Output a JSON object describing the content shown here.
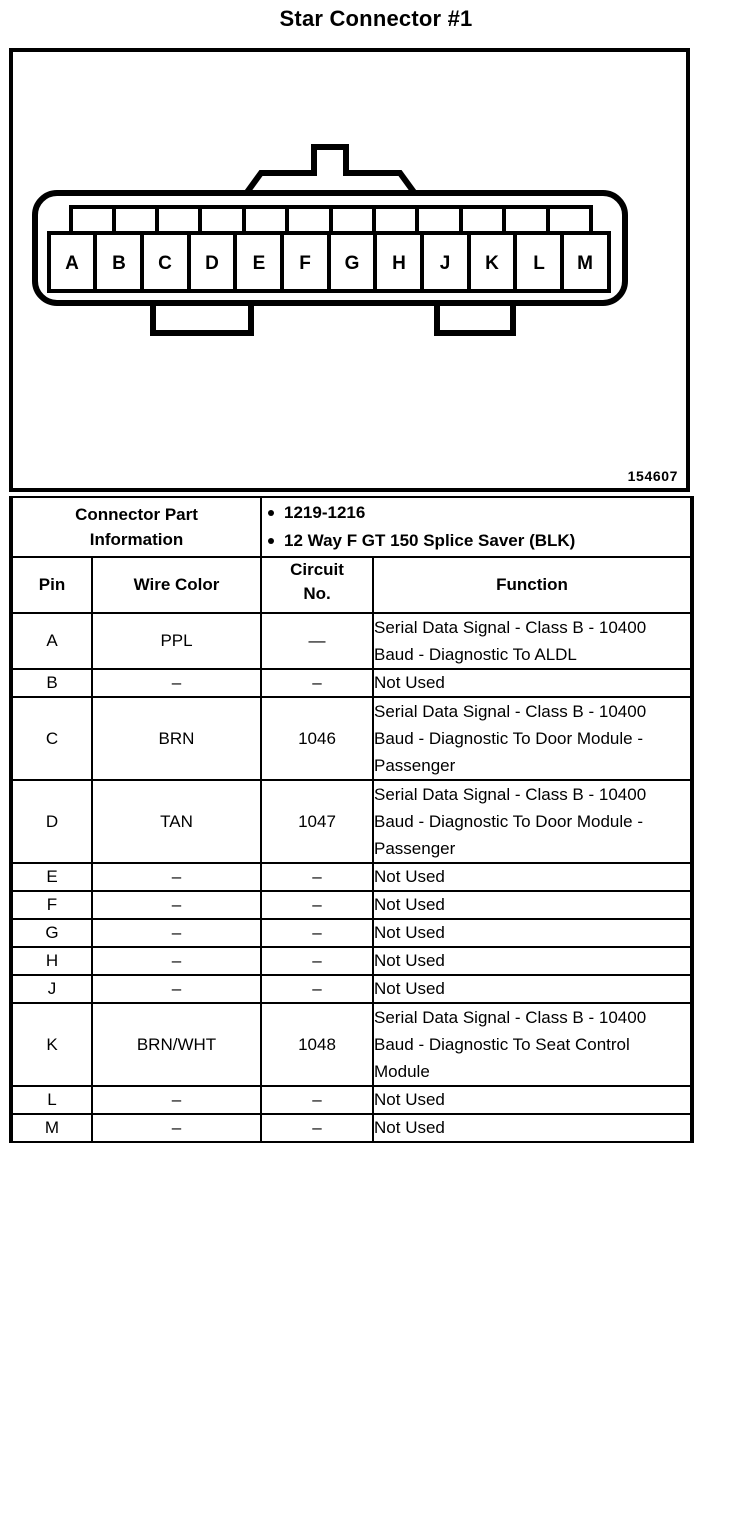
{
  "title": "Star Connector #1",
  "figure": {
    "id": "154607",
    "pins": [
      "A",
      "B",
      "C",
      "D",
      "E",
      "F",
      "G",
      "H",
      "J",
      "K",
      "L",
      "M"
    ]
  },
  "connector_info": {
    "label_line1": "Connector Part",
    "label_line2": "Information",
    "bullets": [
      "1219-1216",
      "12 Way F GT 150 Splice Saver (BLK)"
    ]
  },
  "table": {
    "headers": {
      "pin": "Pin",
      "wire_color": "Wire Color",
      "circuit_no_line1": "Circuit",
      "circuit_no_line2": "No.",
      "function": "Function"
    },
    "rows": [
      {
        "pin": "A",
        "wire_color": "PPL",
        "circuit_no": "—",
        "function": "Serial Data Signal - Class B - 10400 Baud - Diagnostic To ALDL"
      },
      {
        "pin": "B",
        "wire_color": "–",
        "circuit_no": "–",
        "function": "Not Used"
      },
      {
        "pin": "C",
        "wire_color": "BRN",
        "circuit_no": "1046",
        "function": "Serial Data Signal - Class B - 10400 Baud - Diagnostic To Door Module - Passenger"
      },
      {
        "pin": "D",
        "wire_color": "TAN",
        "circuit_no": "1047",
        "function": "Serial Data Signal - Class B - 10400 Baud - Diagnostic To Door Module - Passenger"
      },
      {
        "pin": "E",
        "wire_color": "–",
        "circuit_no": "–",
        "function": "Not Used"
      },
      {
        "pin": "F",
        "wire_color": "–",
        "circuit_no": "–",
        "function": "Not Used"
      },
      {
        "pin": "G",
        "wire_color": "–",
        "circuit_no": "–",
        "function": "Not Used"
      },
      {
        "pin": "H",
        "wire_color": "–",
        "circuit_no": "–",
        "function": "Not Used"
      },
      {
        "pin": "J",
        "wire_color": "–",
        "circuit_no": "–",
        "function": "Not Used"
      },
      {
        "pin": "K",
        "wire_color": "BRN/WHT",
        "circuit_no": "1048",
        "function": "Serial Data Signal - Class B - 10400 Baud - Diagnostic To Seat Control Module"
      },
      {
        "pin": "L",
        "wire_color": "–",
        "circuit_no": "–",
        "function": "Not Used"
      },
      {
        "pin": "M",
        "wire_color": "–",
        "circuit_no": "–",
        "function": "Not Used"
      }
    ]
  },
  "colors": {
    "ink": "#000000",
    "paper": "#ffffff"
  }
}
